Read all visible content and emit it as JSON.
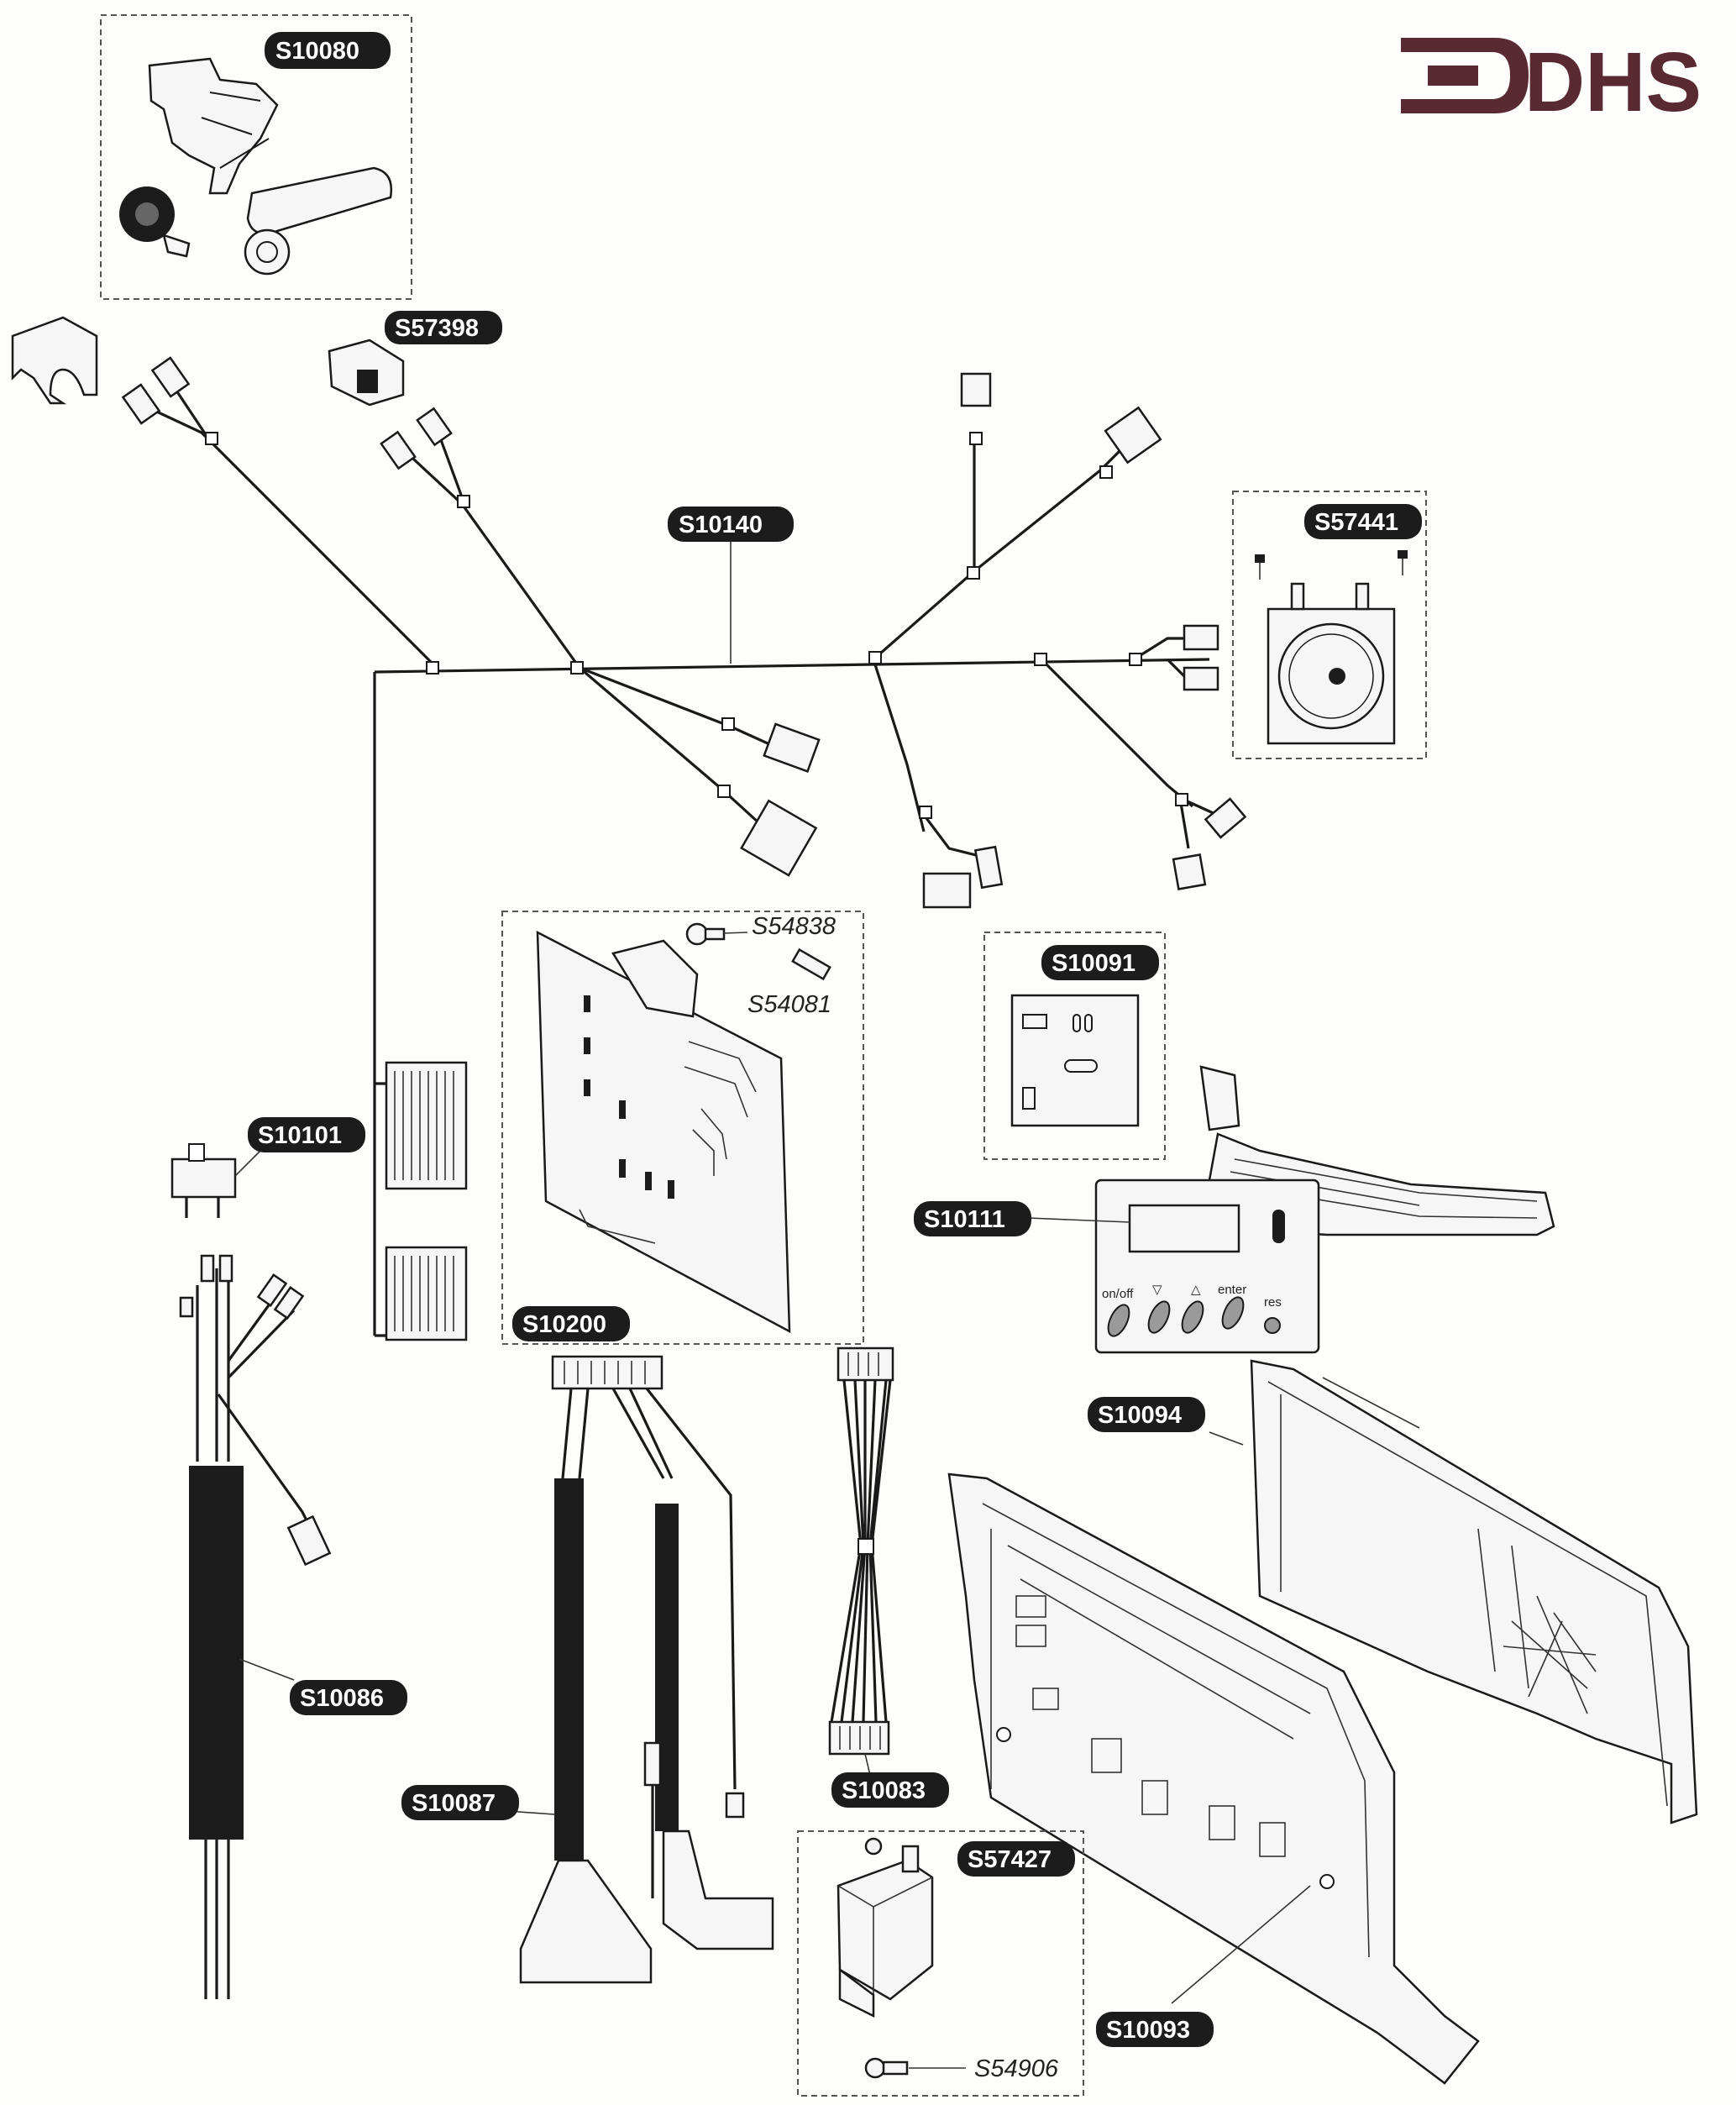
{
  "brand": {
    "name": "DHS",
    "color": "#5a2a32"
  },
  "labels": {
    "s10080": "S10080",
    "s57398": "S57398",
    "s10140": "S10140",
    "s57441": "S57441",
    "s54838": "S54838",
    "s54081": "S54081",
    "s10091": "S10091",
    "s10101": "S10101",
    "s10111": "S10111",
    "s10200": "S10200",
    "s10094": "S10094",
    "s10086": "S10086",
    "s10087": "S10087",
    "s10083": "S10083",
    "s57427": "S57427",
    "s54906": "S54906",
    "s10093": "S10093"
  },
  "control_panel": {
    "buttons": [
      "on/off",
      "▽",
      "△",
      "enter",
      "res"
    ]
  }
}
